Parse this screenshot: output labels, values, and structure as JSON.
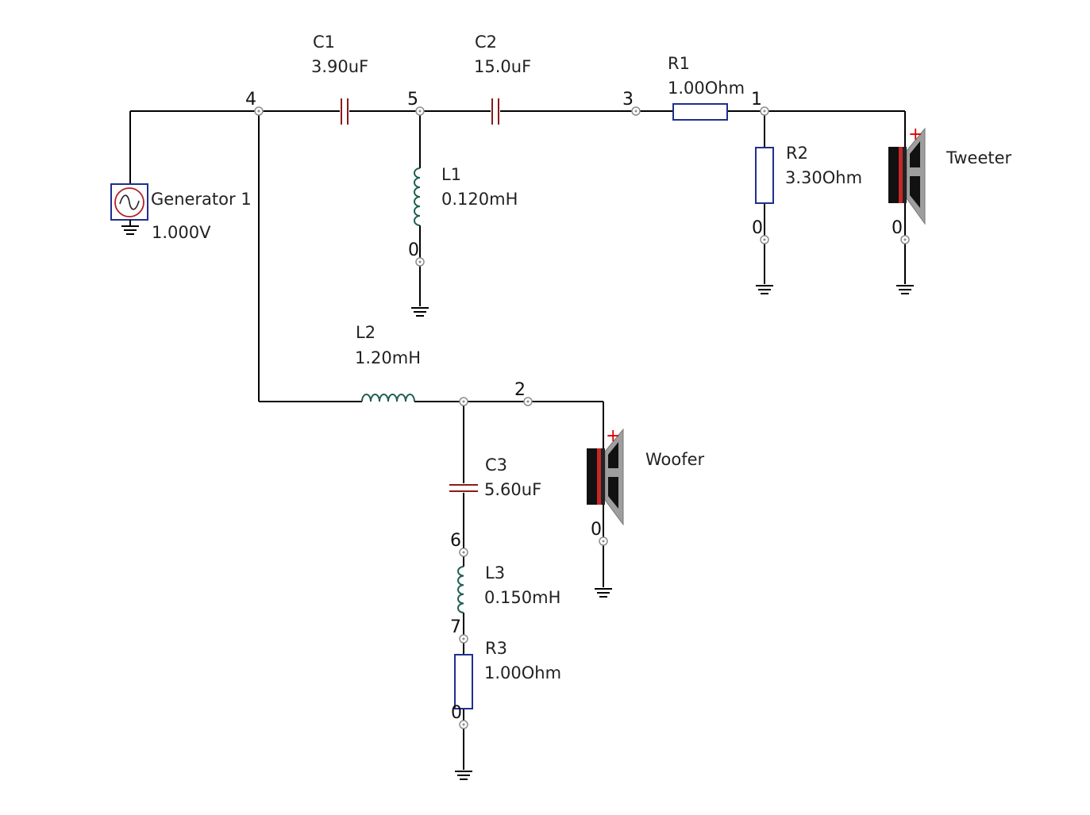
{
  "colors": {
    "wire": "#000000",
    "capacitor": "#8b1a1a",
    "inductor": "#1f5f52",
    "resistor": "#1f2f8f",
    "generator_box": "#1f2f8f",
    "generator_wave": "#b22222",
    "speaker_polarity": "#e00000",
    "speaker_body": "#9e9e9e"
  },
  "components": {
    "c1": {
      "name": "C1",
      "value": "3.90uF",
      "icon": "capacitor-icon"
    },
    "c2": {
      "name": "C2",
      "value": "15.0uF",
      "icon": "capacitor-icon"
    },
    "c3": {
      "name": "C3",
      "value": "5.60uF",
      "icon": "capacitor-icon"
    },
    "l1": {
      "name": "L1",
      "value": "0.120mH",
      "icon": "inductor-icon"
    },
    "l2": {
      "name": "L2",
      "value": "1.20mH",
      "icon": "inductor-icon"
    },
    "l3": {
      "name": "L3",
      "value": "0.150mH",
      "icon": "inductor-icon"
    },
    "r1": {
      "name": "R1",
      "value": "1.00Ohm",
      "icon": "resistor-icon"
    },
    "r2": {
      "name": "R2",
      "value": "3.30Ohm",
      "icon": "resistor-icon"
    },
    "r3": {
      "name": "R3",
      "value": "1.00Ohm",
      "icon": "resistor-icon"
    },
    "generator": {
      "name": "Generator 1",
      "value": "1.000V",
      "icon": "ac-source-icon"
    },
    "tweeter": {
      "name": "Tweeter",
      "icon": "speaker-icon",
      "polarity": "+"
    },
    "woofer": {
      "name": "Woofer",
      "icon": "speaker-icon",
      "polarity": "+"
    }
  },
  "nodes": {
    "n1": "1",
    "n2": "2",
    "n3": "3",
    "n4": "4",
    "n5": "5",
    "n6": "6",
    "n7": "7",
    "ground": "0"
  }
}
